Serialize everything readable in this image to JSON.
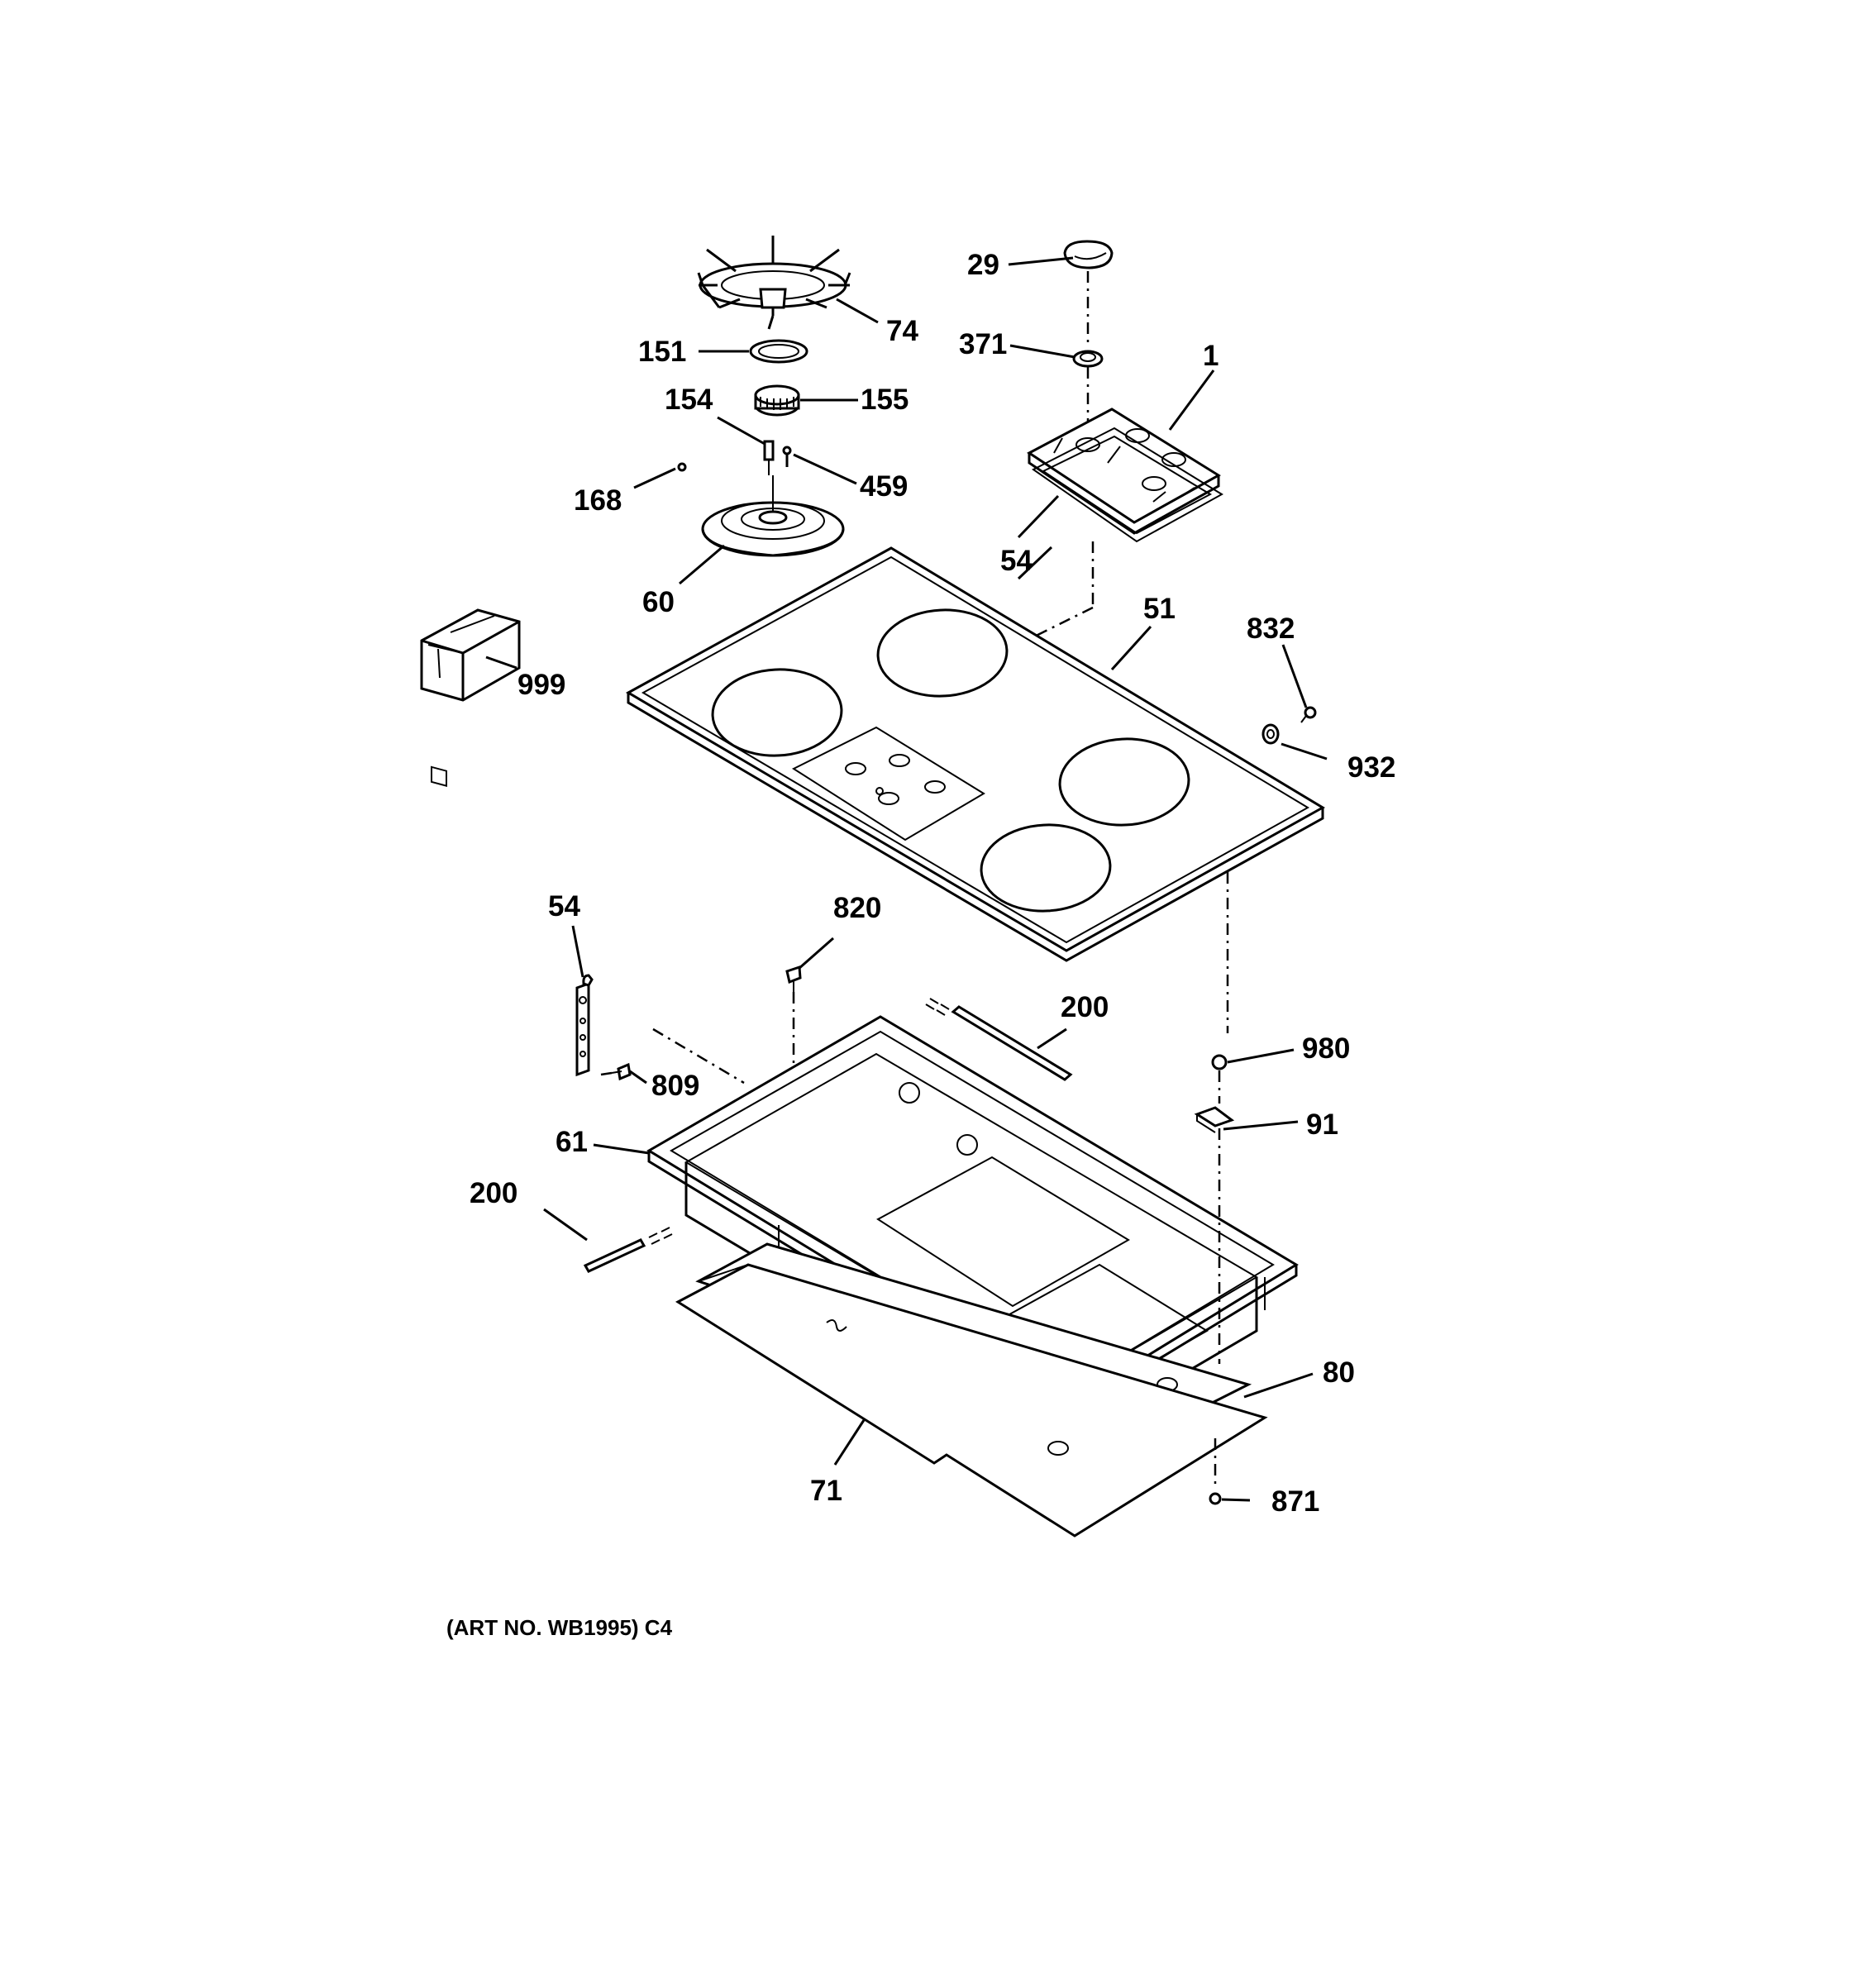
{
  "diagram": {
    "caption": "(ART NO. WB1995) C4",
    "labels": {
      "p29": "29",
      "p74": "74",
      "p151": "151",
      "p371": "371",
      "p1": "1",
      "p154": "154",
      "p155": "155",
      "p168": "168",
      "p459": "459",
      "p54_top": "54",
      "p60": "60",
      "p51": "51",
      "p832": "832",
      "p999": "999",
      "p932": "932",
      "p54_left": "54",
      "p820": "820",
      "p200_top": "200",
      "p980": "980",
      "p809": "809",
      "p91": "91",
      "p61": "61",
      "p200_left": "200",
      "p80": "80",
      "p71": "71",
      "p871": "871"
    }
  }
}
